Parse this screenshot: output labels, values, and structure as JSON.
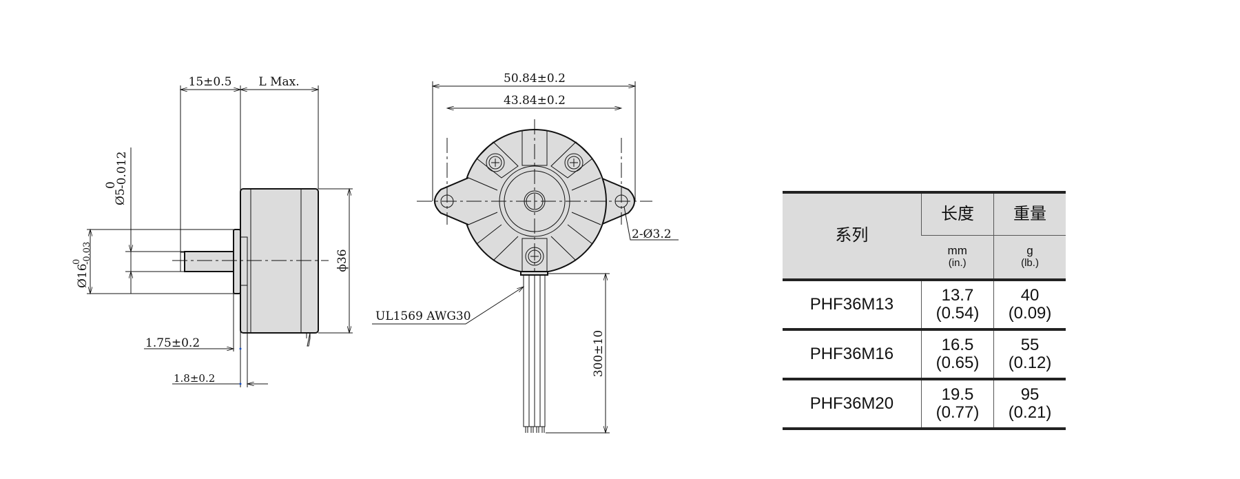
{
  "side_view": {
    "shaft_length": "15±0.5",
    "body_length": "L Max.",
    "shaft_diameter": "Ø5",
    "shaft_tol_upper": "0",
    "shaft_tol_lower": "-0.012",
    "pilot_diameter": "Ø16",
    "pilot_tol_upper": "0",
    "pilot_tol_lower": "-0.03",
    "body_diameter": "ϕ36",
    "pilot_height": "1.75±0.2",
    "flange_thickness": "1.8±0.2"
  },
  "front_view": {
    "overall_width": "50.84±0.2",
    "hole_pitch": "43.84±0.2",
    "holes": "2-Ø3.2",
    "wire_spec": "UL1569 AWG30",
    "lead_length": "300±10"
  },
  "table": {
    "headers": {
      "series": "系列",
      "length": "长度",
      "weight": "重量",
      "length_unit": "mm",
      "length_unit_alt": "(in.)",
      "weight_unit": "g",
      "weight_unit_alt": "(lb.)"
    },
    "rows": [
      {
        "model": "PHF36M13",
        "length_mm": "13.7",
        "length_in": "(0.54)",
        "weight_g": "40",
        "weight_lb": "(0.09)"
      },
      {
        "model": "PHF36M16",
        "length_mm": "16.5",
        "length_in": "(0.65)",
        "weight_g": "55",
        "weight_lb": "(0.12)"
      },
      {
        "model": "PHF36M20",
        "length_mm": "19.5",
        "length_in": "(0.77)",
        "weight_g": "95",
        "weight_lb": "(0.21)"
      }
    ]
  }
}
